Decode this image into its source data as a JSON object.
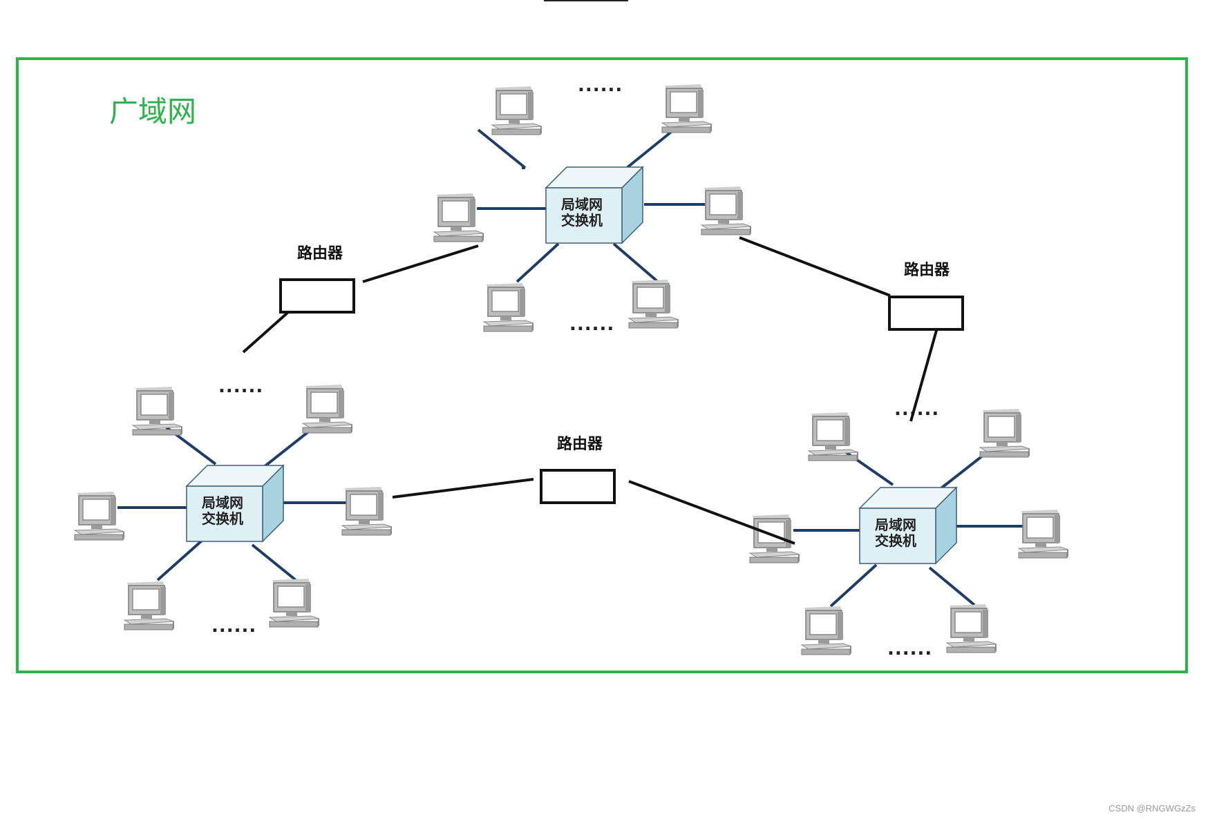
{
  "wan": {
    "label": "广域网",
    "border_color": "#2db34a",
    "label_color": "#2db34a"
  },
  "router": {
    "label": "路由器"
  },
  "switch": {
    "line1": "局域网",
    "line2": "交换机"
  },
  "ellipsis": "......",
  "watermark": "CSDN @RNGWGzZs",
  "colors": {
    "link": "#1f3c64",
    "wire": "#111111",
    "switch_front": "#dff0f5",
    "switch_side": "#a9d3de"
  },
  "icons": {
    "computer": "computer-icon",
    "switch": "switch-box-icon",
    "router": "router-box"
  }
}
